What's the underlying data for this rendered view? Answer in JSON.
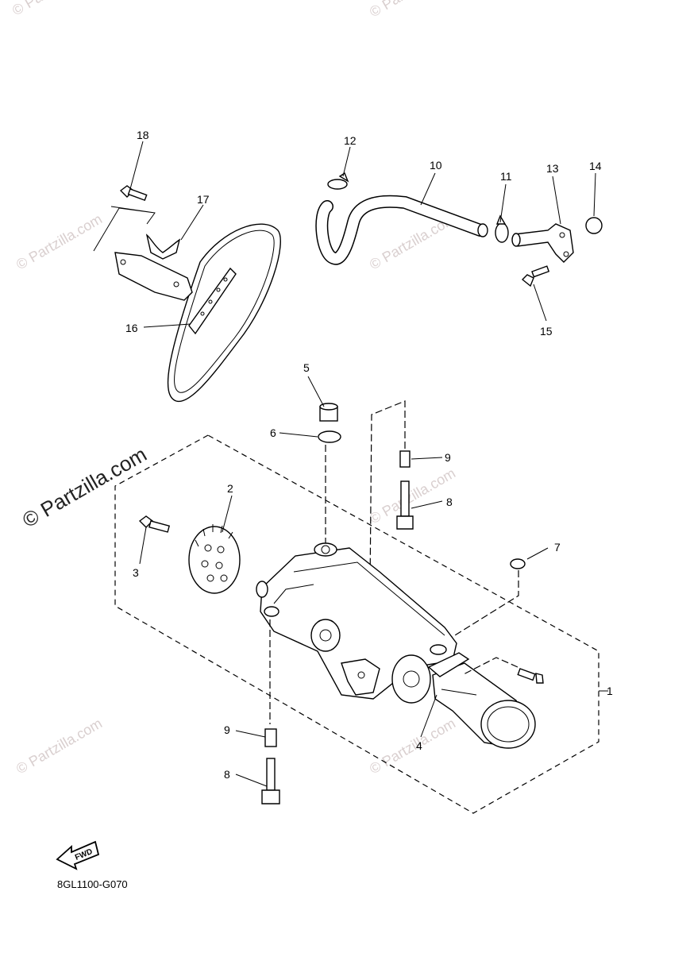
{
  "watermark": {
    "text": "© Partzilla.com",
    "color": "#d9cfcf"
  },
  "diagram_code": "8GL1100-G070",
  "fwd_label": "FWD",
  "callouts": [
    "1",
    "2",
    "3",
    "4",
    "5",
    "6",
    "7",
    "8",
    "8",
    "9",
    "9",
    "10",
    "11",
    "12",
    "13",
    "14",
    "15",
    "16",
    "17",
    "18"
  ]
}
